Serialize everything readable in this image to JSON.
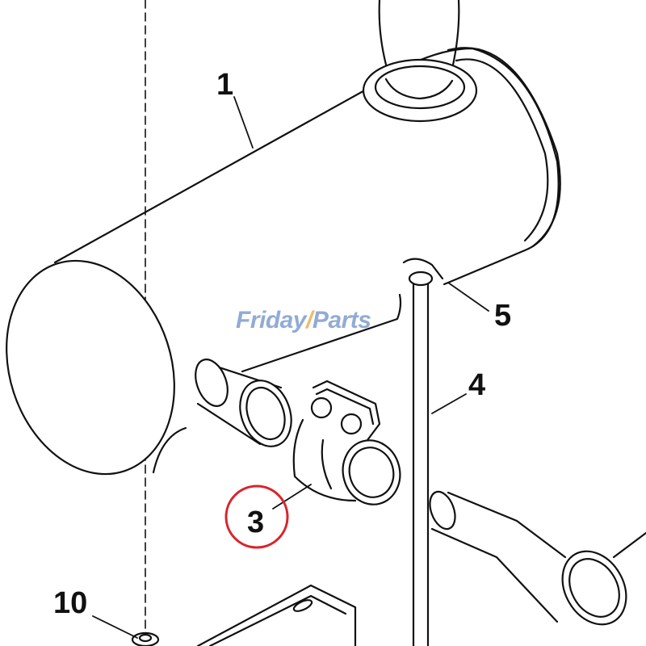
{
  "callouts": {
    "c1": "1",
    "c3": "3",
    "c4": "4",
    "c5": "5",
    "c10": "10"
  },
  "watermark": {
    "part1": "Friday",
    "part2": "/",
    "part3": "Parts"
  },
  "colors": {
    "line": "#111111",
    "highlight": "#d9242b",
    "watermark_blue": "#6d8fc8",
    "watermark_orange": "#e2a73a"
  }
}
